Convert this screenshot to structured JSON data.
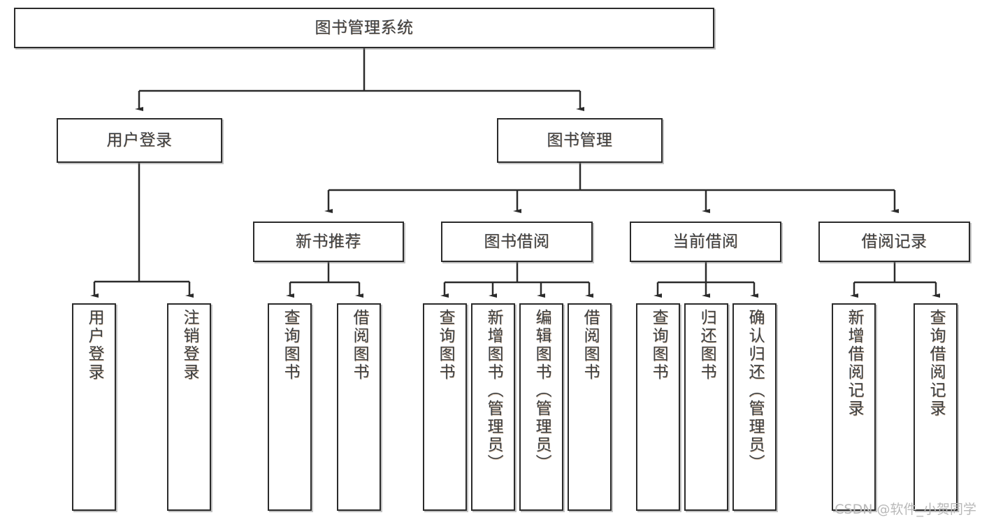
{
  "diagram": {
    "type": "tree-hierarchy",
    "title": "图书管理系统",
    "watermark": "CSDN @软件_小贺同学",
    "colors": {
      "background": "#ffffff",
      "node_border": "#2b2b2b",
      "node_fill": "#ffffff",
      "edge": "#2b2b2b",
      "text": "#3f3f3f",
      "watermark": "#b9b9b9"
    },
    "levels": [
      {
        "level": 1,
        "nodes": [
          {
            "id": "root",
            "label": "图书管理系统",
            "orientation": "horizontal"
          }
        ]
      },
      {
        "level": 2,
        "nodes": [
          {
            "id": "login",
            "label": "用户登录",
            "orientation": "horizontal",
            "parent": "root"
          },
          {
            "id": "bookmgmt",
            "label": "图书管理",
            "orientation": "horizontal",
            "parent": "root"
          }
        ]
      },
      {
        "level": 3,
        "nodes": [
          {
            "id": "newbook",
            "label": "新书推荐",
            "orientation": "horizontal",
            "parent": "bookmgmt"
          },
          {
            "id": "borrow",
            "label": "图书借阅",
            "orientation": "horizontal",
            "parent": "bookmgmt"
          },
          {
            "id": "current",
            "label": "当前借阅",
            "orientation": "horizontal",
            "parent": "bookmgmt"
          },
          {
            "id": "records",
            "label": "借阅记录",
            "orientation": "horizontal",
            "parent": "bookmgmt"
          }
        ]
      },
      {
        "level": 4,
        "nodes": [
          {
            "id": "leaf1",
            "label": "用户登录",
            "orientation": "vertical",
            "parent": "login"
          },
          {
            "id": "leaf2",
            "label": "注销登录",
            "orientation": "vertical",
            "parent": "login"
          },
          {
            "id": "leaf3",
            "label": "查询图书",
            "orientation": "vertical",
            "parent": "newbook"
          },
          {
            "id": "leaf4",
            "label": "借阅图书",
            "orientation": "vertical",
            "parent": "newbook"
          },
          {
            "id": "leaf5",
            "label": "查询图书",
            "orientation": "vertical",
            "parent": "borrow"
          },
          {
            "id": "leaf6",
            "label": "新增图书（管理员）",
            "orientation": "vertical",
            "parent": "borrow"
          },
          {
            "id": "leaf7",
            "label": "编辑图书（管理员）",
            "orientation": "vertical",
            "parent": "borrow"
          },
          {
            "id": "leaf8",
            "label": "借阅图书",
            "orientation": "vertical",
            "parent": "borrow"
          },
          {
            "id": "leaf9",
            "label": "查询图书",
            "orientation": "vertical",
            "parent": "current"
          },
          {
            "id": "leaf10",
            "label": "归还图书",
            "orientation": "vertical",
            "parent": "current"
          },
          {
            "id": "leaf11",
            "label": "确认归还（管理员）",
            "orientation": "vertical",
            "parent": "current"
          },
          {
            "id": "leaf12",
            "label": "新增借阅记录",
            "orientation": "vertical",
            "parent": "records"
          },
          {
            "id": "leaf13",
            "label": "查询借阅记录",
            "orientation": "vertical",
            "parent": "records"
          }
        ]
      }
    ]
  }
}
